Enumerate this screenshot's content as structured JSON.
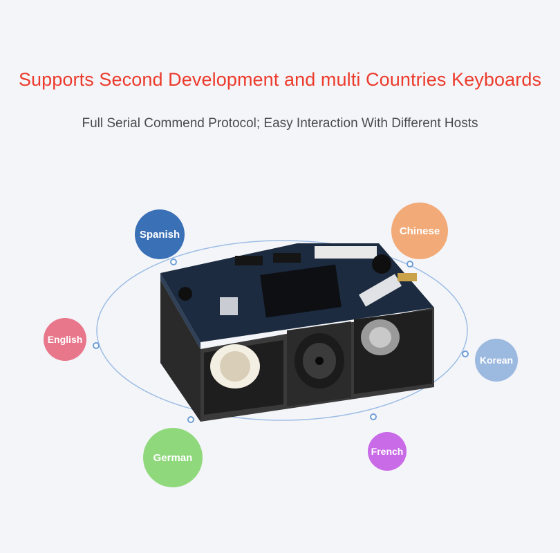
{
  "header": {
    "title": "Supports Second Development and multi Countries Keyboards",
    "subtitle": "Full Serial Commend Protocol; Easy Interaction With Different Hosts"
  },
  "languages": [
    {
      "label": "Spanish",
      "color": "#3a70b5"
    },
    {
      "label": "Chinese",
      "color": "#f2ab78"
    },
    {
      "label": "English",
      "color": "#e8778c"
    },
    {
      "label": "Korean",
      "color": "#9cb9e0"
    },
    {
      "label": "German",
      "color": "#8fd87c"
    },
    {
      "label": "French",
      "color": "#c96ae6"
    }
  ],
  "colors": {
    "headline": "#ec3b2c",
    "orbit": "#6f9fd6",
    "background": "#f4f5f9"
  },
  "product": {
    "icon": "barcode-scan-engine-module"
  }
}
